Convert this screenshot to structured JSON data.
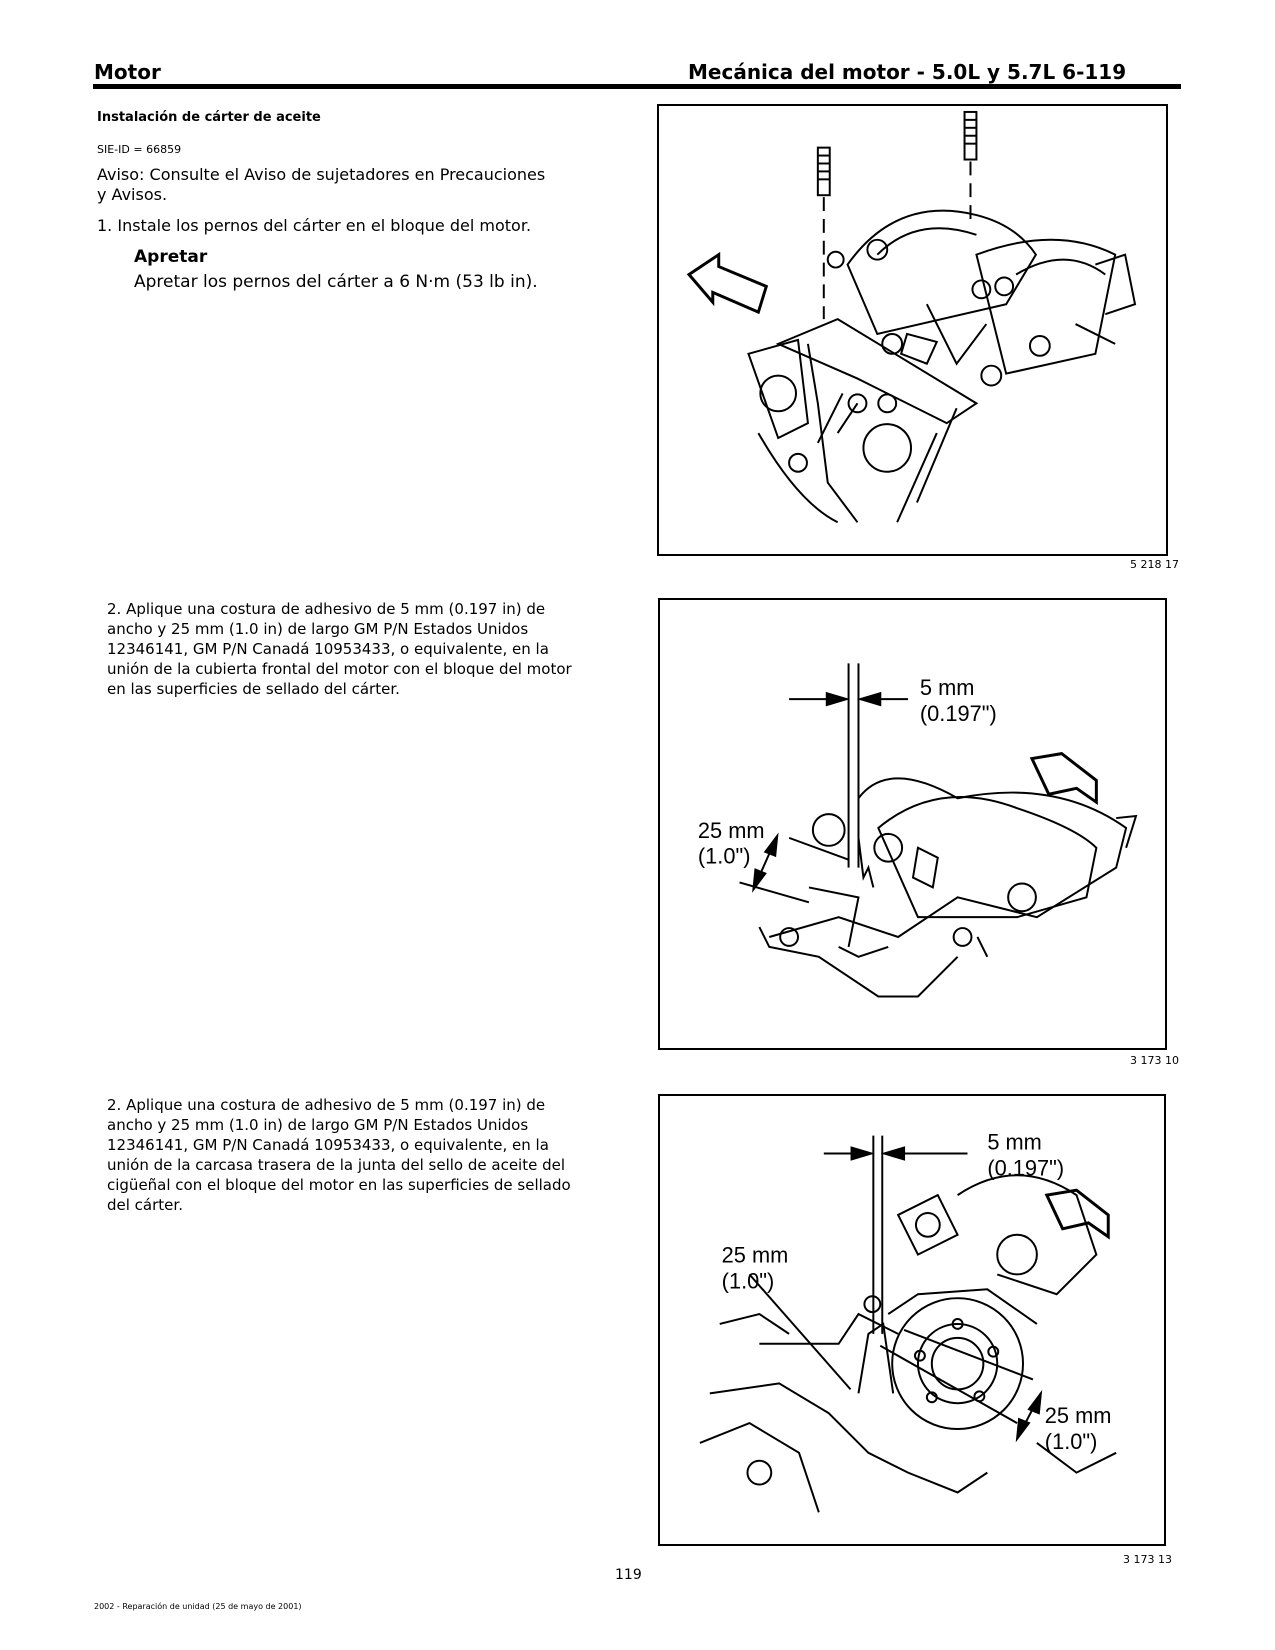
{
  "header": {
    "left": "Motor",
    "right": "Mecánica del motor - 5.0L y 5.7L 6-119"
  },
  "section": {
    "title": "Instalación de cárter de aceite",
    "sie_id": "SIE-ID = 66859",
    "notice": "Aviso: Consulte el Aviso de sujetadores en Precauciones y Avisos.",
    "step1": "1. Instale los pernos del cárter en el bloque del motor.",
    "tighten_title": "Apretar",
    "tighten_text": "Apretar los pernos del cárter a 6 N·m (53 lb in).",
    "step2a": "2. Aplique una costura de adhesivo de 5 mm (0.197 in) de ancho y 25 mm (1.0 in) de largo GM P/N Estados Unidos 12346141, GM P/N Canadá 10953433, o equivalente, en la unión de la cubierta frontal del motor con el bloque del motor en las superficies de sellado del cárter.",
    "step2b": "2. Aplique una costura de adhesivo de 5 mm (0.197 in) de ancho y 25 mm (1.0 in) de largo GM P/N Estados Unidos 12346141, GM P/N Canadá 10953433, o equivalente, en la unión de la carcasa trasera de la junta del sello de aceite del cigüeñal con el bloque del motor en las superficies de sellado del cárter."
  },
  "figures": [
    {
      "caption": "5 218 17"
    },
    {
      "caption": "3 173 10",
      "label_width": "5 mm",
      "label_width_in": "(0.197\")",
      "label_length": "25 mm",
      "label_length_in": "(1.0\")"
    },
    {
      "caption": "3 173 13",
      "label_width": "5 mm",
      "label_width_in": "(0.197\")",
      "label_length": "25 mm",
      "label_length_in": "(1.0\")",
      "label_length2": "25 mm",
      "label_length2_in": "(1.0\")"
    }
  ],
  "footer": {
    "page_number": "119",
    "note": "2002 - Reparación de unidad (25 de mayo de 2001)"
  }
}
